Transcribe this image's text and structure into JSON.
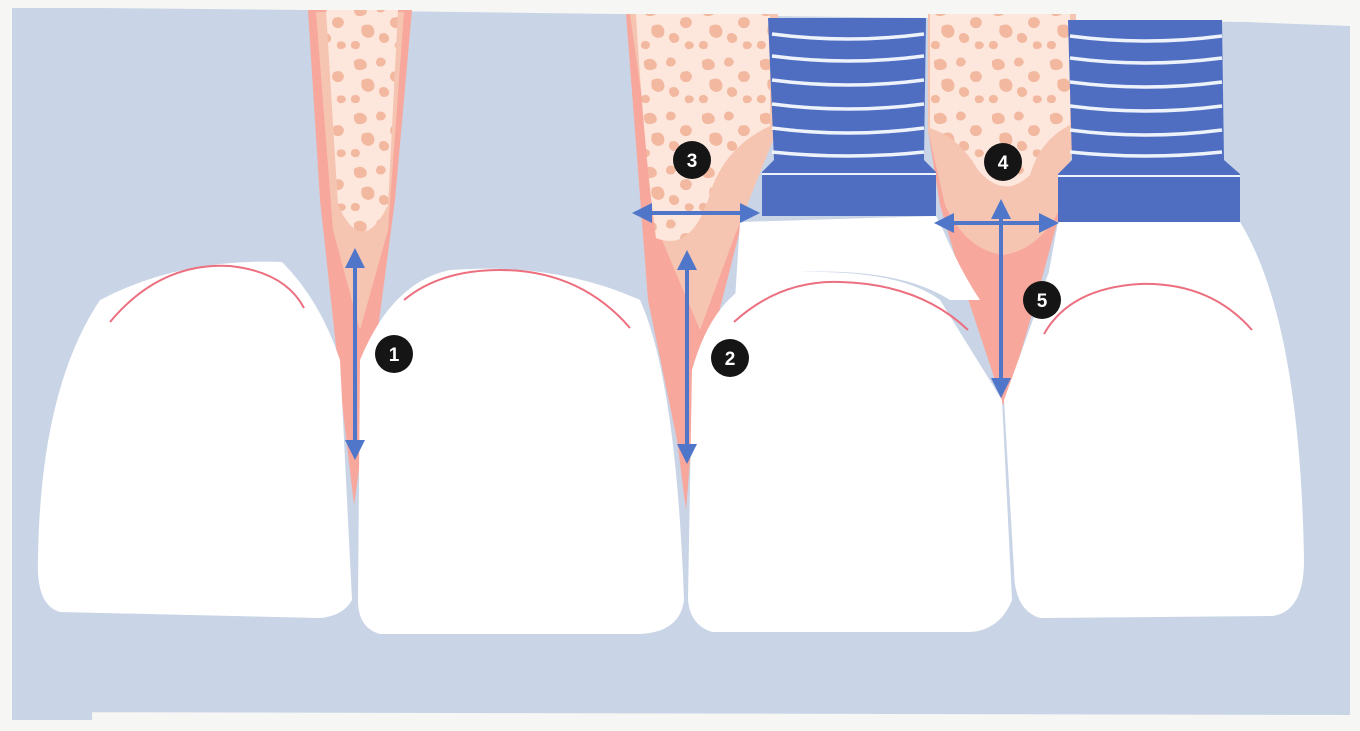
{
  "figure": {
    "colors": {
      "page": "#f6f6f4",
      "background": "#c9d5e6",
      "tooth": "#ffffff",
      "bone": "#fde7dc",
      "bone_speckle": "#f2b9a0",
      "soft_tissue": "#f8a79c",
      "soft_tissue_light": "#f5c5b2",
      "implant": "#4f6ec2",
      "implant_thread": "#eef2fb",
      "arrow": "#4f76c9",
      "gingival_line": "#ec6f7f",
      "marker": "#151515"
    },
    "markers": [
      {
        "label": "1"
      },
      {
        "label": "2"
      },
      {
        "label": "3"
      },
      {
        "label": "4"
      },
      {
        "label": "5"
      }
    ]
  }
}
